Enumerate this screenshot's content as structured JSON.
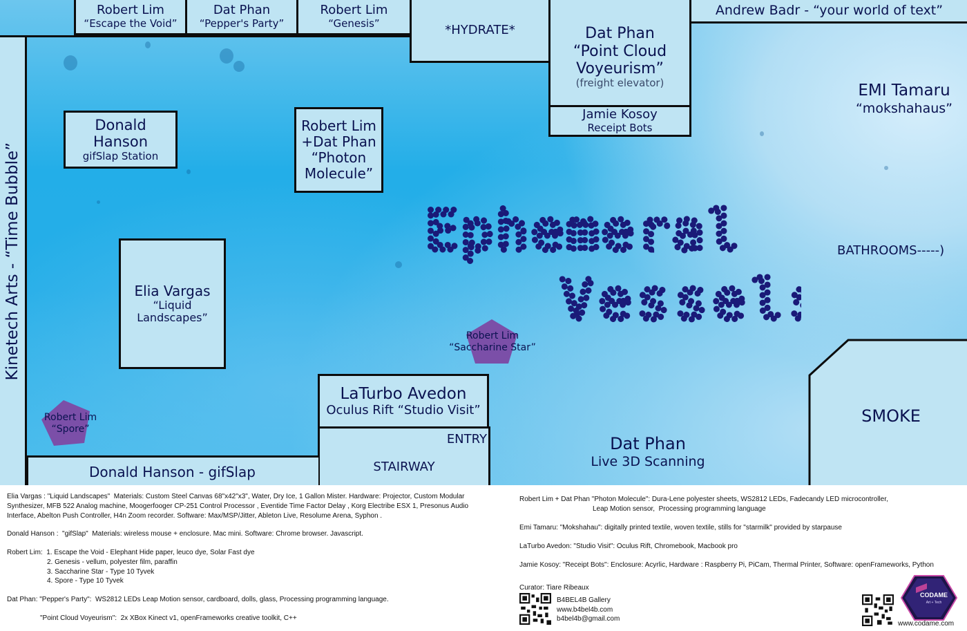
{
  "map": {
    "top_row": [
      {
        "name": "Robert Lim",
        "work": "“Escape the Void”"
      },
      {
        "name": "Dat Phan",
        "work": "“Pepper's Party”"
      },
      {
        "name": "Robert Lim",
        "work": "“Genesis”"
      }
    ],
    "hydrate": "*HYDRATE*",
    "point_cloud": {
      "name": "Dat Phan",
      "line1": "“Point Cloud",
      "line2": "Voyeurism”",
      "note": "(freight elevator)"
    },
    "jamie": {
      "name": "Jamie Kosoy",
      "work": "Receipt Bots"
    },
    "andrew": "Andrew Badr - “your world of text”",
    "emi": {
      "name": "EMI Tamaru",
      "work": "“mokshahaus”"
    },
    "kinetech": "Kinetech Arts - “Time Bubble”",
    "gifslap_station": {
      "name": "Donald Hanson",
      "work": "gifSlap Station"
    },
    "photon": {
      "line1": "Robert Lim",
      "line2": "+Dat Phan",
      "line3": "“Photon",
      "line4": "Molecule”"
    },
    "elia": {
      "name": "Elia Vargas",
      "line1": "“Liquid",
      "line2": "Landscapes”"
    },
    "title": {
      "line1": "Ephemeral",
      "line2": "Vessels"
    },
    "bathrooms": "BATHROOMS-----)",
    "saccharine": {
      "name": "Robert Lim",
      "work": "“Saccharine Star”"
    },
    "spore": {
      "name": "Robert Lim",
      "work": "“Spore”"
    },
    "laturbo": {
      "name": "LaTurbo Avedon",
      "work": "Oculus Rift “Studio Visit”"
    },
    "entry": "ENTRY",
    "stairway": "STAIRWAY",
    "gifslap_bottom": "Donald Hanson - gifSlap",
    "scanning": {
      "name": "Dat Phan",
      "work": "Live 3D Scanning"
    },
    "smoke": "SMOKE"
  },
  "info": {
    "elia": [
      "Elia Vargas : \"Liquid Landscapes\"  Materials: Custom Steel Canvas 68\"x42\"x3\", Water, Dry Ice, 1 Gallon Mister. Hardware: Projector, Custom Modular",
      "Synthesizer, MFB 522 Analog machine, Moogerfooger CP-251 Control Processor , Eventide Time Factor Delay , Korg Electribe ESX 1, Presonus Audio",
      "Interface, Abelton Push Controller, H4n Zoom recorder. Software: Max/MSP/Jitter, Ableton Live, Resolume Arena, Syphon ."
    ],
    "donald": "Donald Hanson :  \"gifSlap\"  Materials: wireless mouse + enclosure. Mac mini. Software: Chrome browser. Javascript.",
    "robert": [
      "Robert Lim:  1. Escape the Void - Elephant Hide paper, leuco dye, Solar Fast dye",
      "2. Genesis - vellum, polyester film, paraffin",
      "3. Saccharine Star - Type 10 Tyvek",
      "4. Spore - Type 10 Tyvek"
    ],
    "dat1": "Dat Phan: \"Pepper's Party\":  WS2812 LEDs Leap Motion sensor, cardboard, dolls, glass, Processing programming language.",
    "dat2": "\"Point Cloud Voyeurism\":  2x XBox Kinect v1, openFrameworks creative toolkit, C++",
    "photon": [
      "Robert Lim + Dat Phan \"Photon Molecule\": Dura-Lene polyester sheets, WS2812 LEDs, Fadecandy LED microcontroller,",
      "Leap Motion sensor,  Processing programming language"
    ],
    "emi": "Emi Tamaru: \"Mokshahau\": digitally printed textile, woven textile, stills for \"starmilk\" provided by starpause",
    "laturbo": "LaTurbo Avedon: \"Studio Visit\": Oculus Rift, Chromebook, Macbook pro",
    "jamie": "Jamie Kosoy: \"Receipt Bots\": Enclosure: Acyrlic, Hardware : Raspberry Pi, PiCam, Thermal Printer, Software: openFrameworks, Python",
    "curator": "Curator: Tiare Ribeaux",
    "gallery": [
      "B4BEL4B Gallery",
      "www.b4bel4b.com",
      "b4bel4b@gmail.com"
    ],
    "codame_logo": {
      "name": "CODAME",
      "tag": "Art + Tech"
    },
    "codame_url": "www.codame.com"
  },
  "colors": {
    "room": "#bfe4f3",
    "ink": "#0a1250",
    "dot": "#1a1a78",
    "pentagon": "#7b4fa8"
  }
}
